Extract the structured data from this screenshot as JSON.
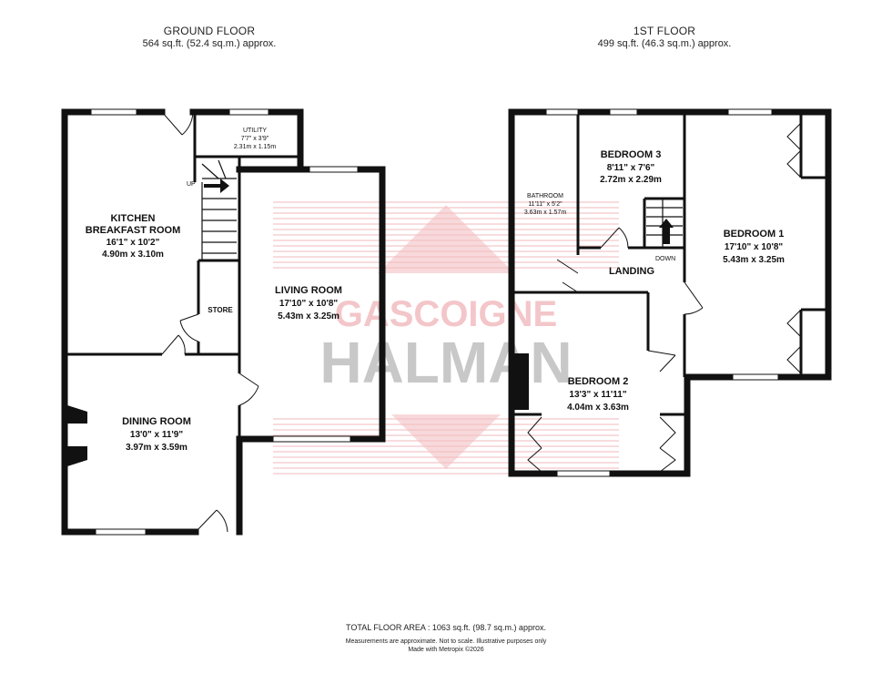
{
  "headers": {
    "ground": {
      "title": "GROUND FLOOR",
      "area": "564 sq.ft. (52.4 sq.m.) approx."
    },
    "first": {
      "title": "1ST FLOOR",
      "area": "499 sq.ft. (46.3 sq.m.) approx."
    }
  },
  "rooms": {
    "utility": {
      "name": "UTILITY",
      "imperial": "7'7\" x 3'9\"",
      "metric": "2.31m x 1.15m"
    },
    "kitchen": {
      "name1": "KITCHEN",
      "name2": "BREAKFAST ROOM",
      "imperial": "16'1\" x 10'2\"",
      "metric": "4.90m x 3.10m"
    },
    "store": {
      "name": "STORE"
    },
    "living": {
      "name": "LIVING ROOM",
      "imperial": "17'10\" x 10'8\"",
      "metric": "5.43m x 3.25m"
    },
    "dining": {
      "name": "DINING ROOM",
      "imperial": "13'0\" x 11'9\"",
      "metric": "3.97m x 3.59m"
    },
    "bathroom": {
      "name": "BATHROOM",
      "imperial": "11'11\" x 5'2\"",
      "metric": "3.63m x 1.57m"
    },
    "bedroom3": {
      "name": "BEDROOM 3",
      "imperial": "8'11\" x 7'6\"",
      "metric": "2.72m x 2.29m"
    },
    "bedroom1": {
      "name": "BEDROOM 1",
      "imperial": "17'10\" x 10'8\"",
      "metric": "5.43m x 3.25m"
    },
    "landing": {
      "name": "LANDING"
    },
    "bedroom2": {
      "name": "BEDROOM 2",
      "imperial": "13'3\" x 11'11\"",
      "metric": "4.04m x 3.63m"
    }
  },
  "stairs": {
    "up": "UP",
    "down": "DOWN"
  },
  "watermark": {
    "line1": "GASCOIGNE",
    "line2": "HALMAN"
  },
  "footer": {
    "total": "TOTAL FLOOR AREA : 1063 sq.ft. (98.7 sq.m.) approx.",
    "note1": "Measurements are approximate.  Not to scale.  Illustrative purposes only",
    "note2": "Made with Metropix ©2026"
  },
  "colors": {
    "wall": "#111111",
    "watermark": "#f2b9bd",
    "watermark_text": "#9a9a9a"
  }
}
